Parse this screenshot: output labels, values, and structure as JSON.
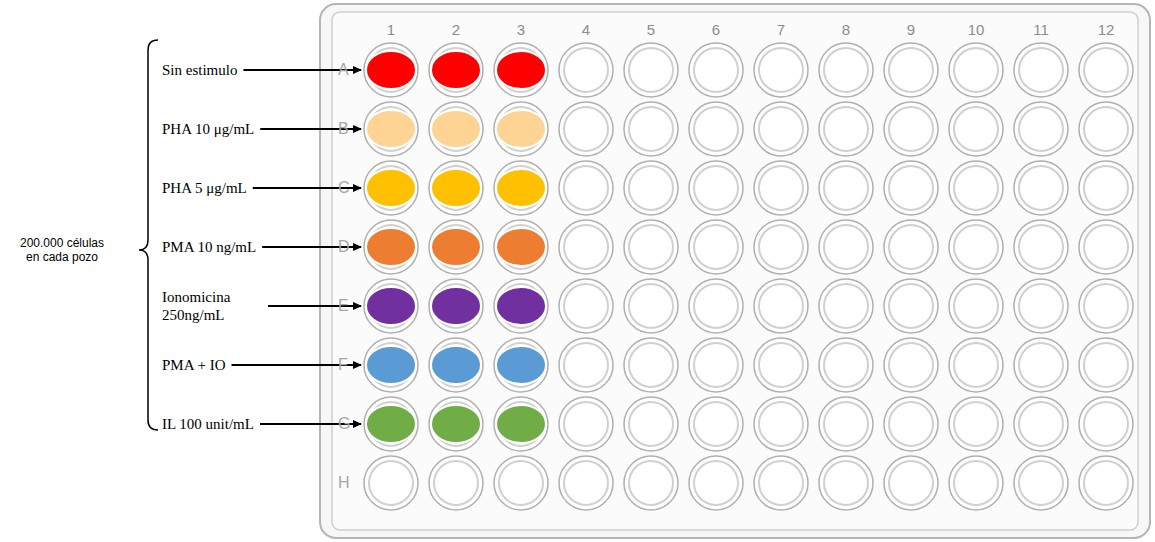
{
  "diagram": {
    "labels": [
      "200.000 células en cada pozo",
      "Sin estimulo",
      "PHA 10 μg/mL",
      "PHA 5 μg/mL",
      "PMA 10 ng/mL",
      "Ionomicina 250ng/mL",
      "PMA + IO",
      "IL 100 unit/mL",
      "1",
      "2",
      "3",
      "4",
      "5",
      "6",
      "7",
      "8",
      "9",
      "10",
      "11",
      "12",
      "A",
      "B",
      "C",
      "D",
      "E",
      "F",
      "G",
      "H"
    ]
  }
}
